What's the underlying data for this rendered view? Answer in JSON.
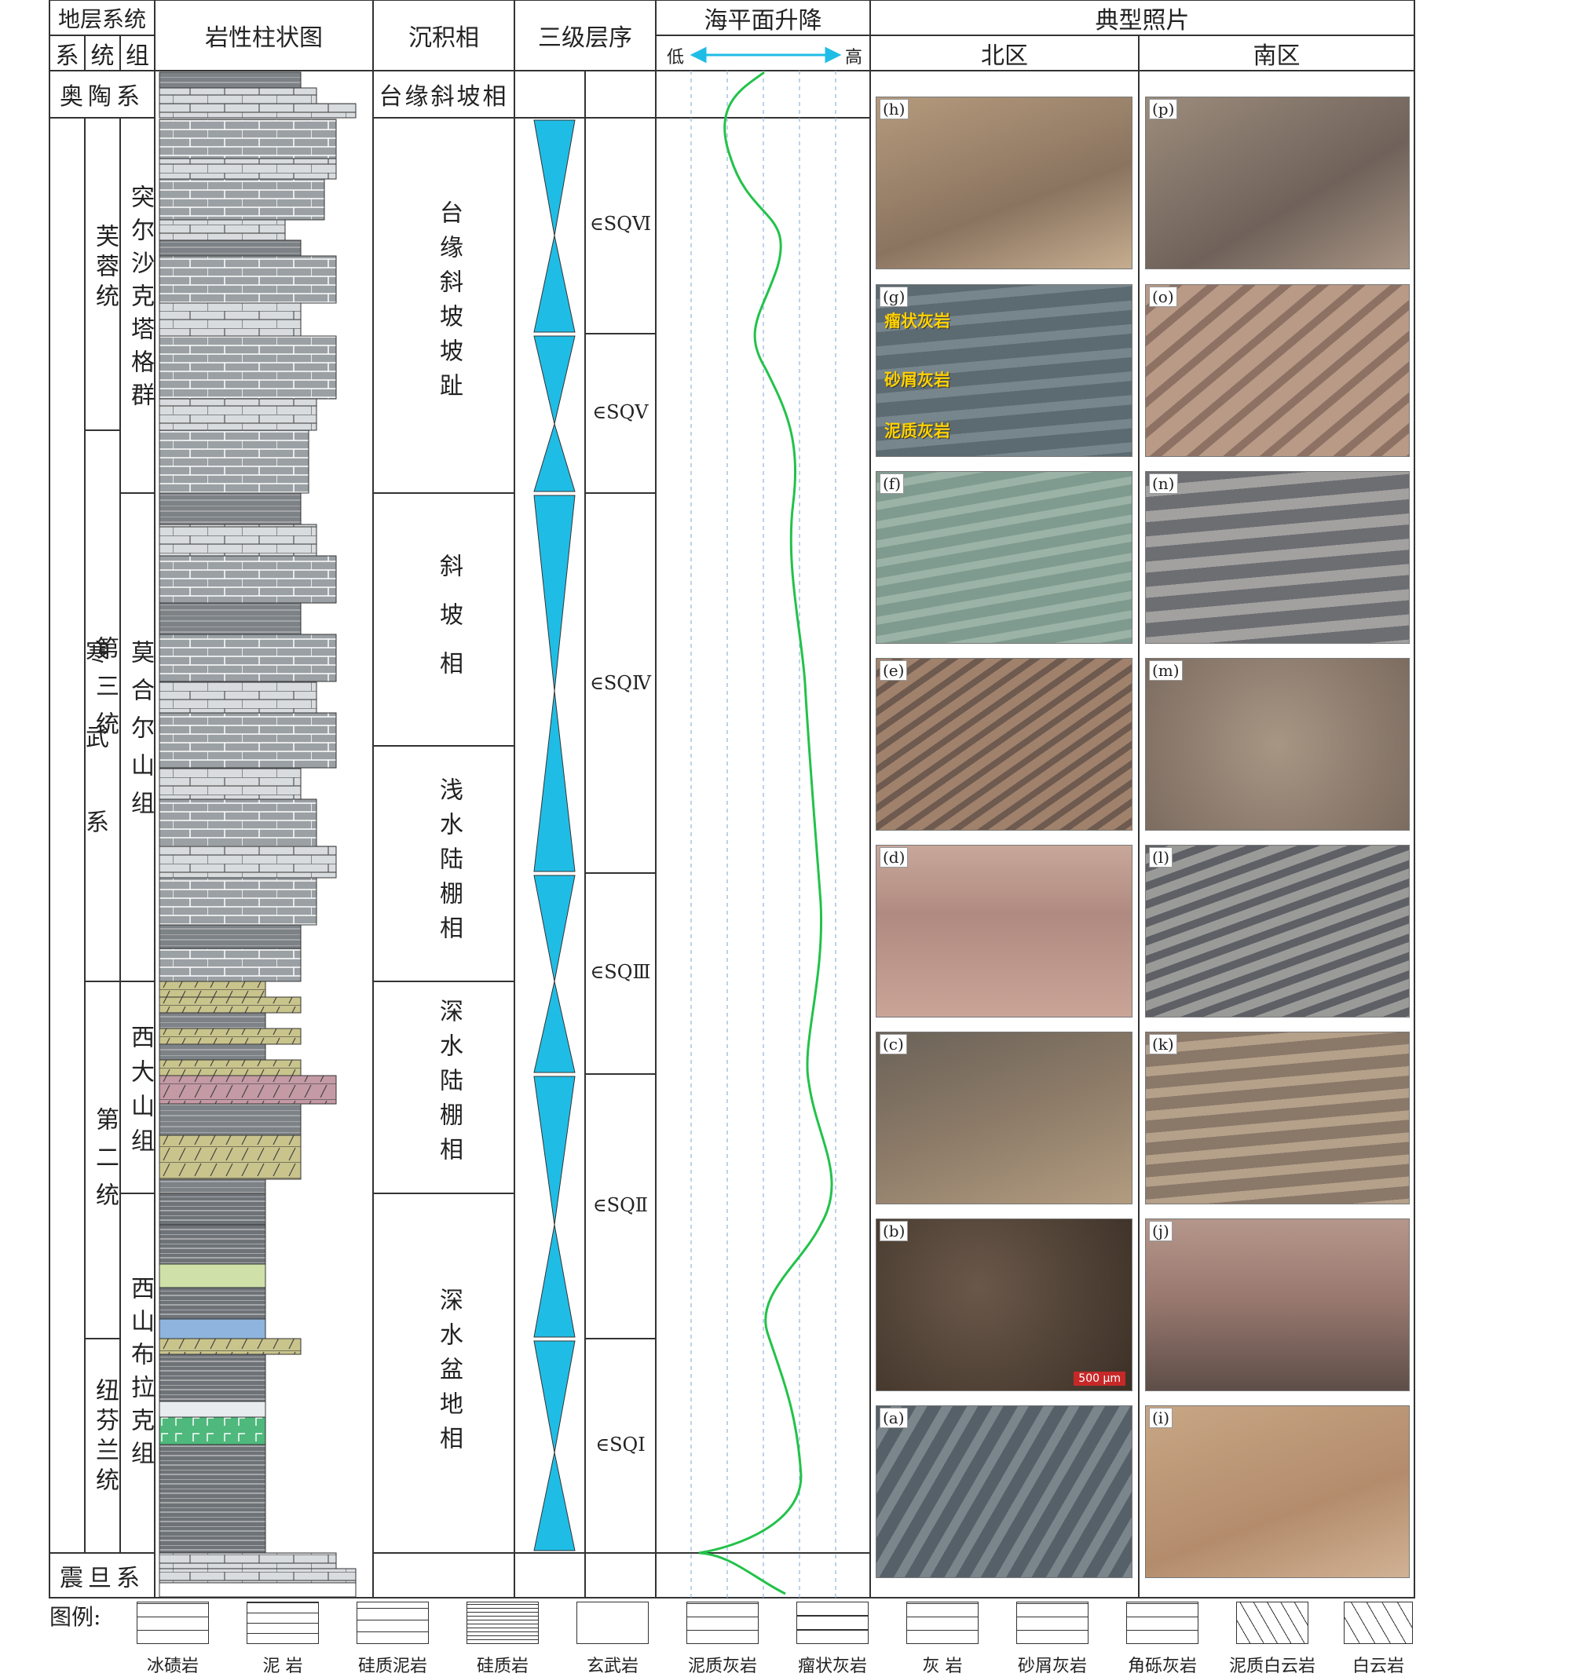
{
  "header": {
    "stratigraphy": "地层系统",
    "system": "系",
    "series": "统",
    "group": "组",
    "lithology": "岩性柱状图",
    "facies": "沉积相",
    "sequence": "三级层序",
    "sealevel": "海平面升降",
    "low": "低",
    "high": "高",
    "photos": "典型照片",
    "north": "北区",
    "south": "南区"
  },
  "systems": {
    "ordovician": "奥陶系",
    "cambrian": "寒武系",
    "sinian": "震旦系"
  },
  "series": [
    "芙蓉统",
    "第三统",
    "第二统",
    "纽芬兰统"
  ],
  "groups": [
    "突尔沙克塔格群",
    "莫合尔山组",
    "西大山组",
    "西山布拉克组"
  ],
  "facies": [
    "台缘斜坡相",
    "台缘斜坡坡趾",
    "斜坡相",
    "浅水陆棚相",
    "深水陆棚相",
    "深水盆地相"
  ],
  "sequences": [
    "∈SQⅥ",
    "∈SQⅤ",
    "∈SQⅣ",
    "∈SQⅢ",
    "∈SQⅡ",
    "∈SQⅠ"
  ],
  "photos_north": [
    "(h)",
    "(g)",
    "(f)",
    "(e)",
    "(d)",
    "(c)",
    "(b)",
    "(a)"
  ],
  "photos_south": [
    "(p)",
    "(o)",
    "(n)",
    "(m)",
    "(l)",
    "(k)",
    "(j)",
    "(i)"
  ],
  "photo_g_notes": [
    "瘤状灰岩",
    "砂屑灰岩",
    "泥质灰岩"
  ],
  "scale_bar": "500 μm",
  "legend_title": "图例:",
  "legend": [
    "冰碛岩",
    "泥 岩",
    "硅质泥岩",
    "硅质岩",
    "玄武岩",
    "泥质灰岩",
    "瘤状灰岩",
    "灰 岩",
    "砂屑灰岩",
    "角砾灰岩",
    "泥质白云岩",
    "白云岩"
  ],
  "colors": {
    "limestone": "#9aa0a4",
    "limestone_light": "#d8dcdf",
    "shale": "#7d8287",
    "dolomite_yellow": "#c9c48c",
    "dolomite_pink": "#c49aa4",
    "basalt": "#4fb87c",
    "siliceous_blue": "#8fb4dd",
    "siliceous_green": "#cfe0a8",
    "sequence_fill": "#1fbde6",
    "curve": "#22c24a",
    "arrow": "#1fbde6"
  }
}
